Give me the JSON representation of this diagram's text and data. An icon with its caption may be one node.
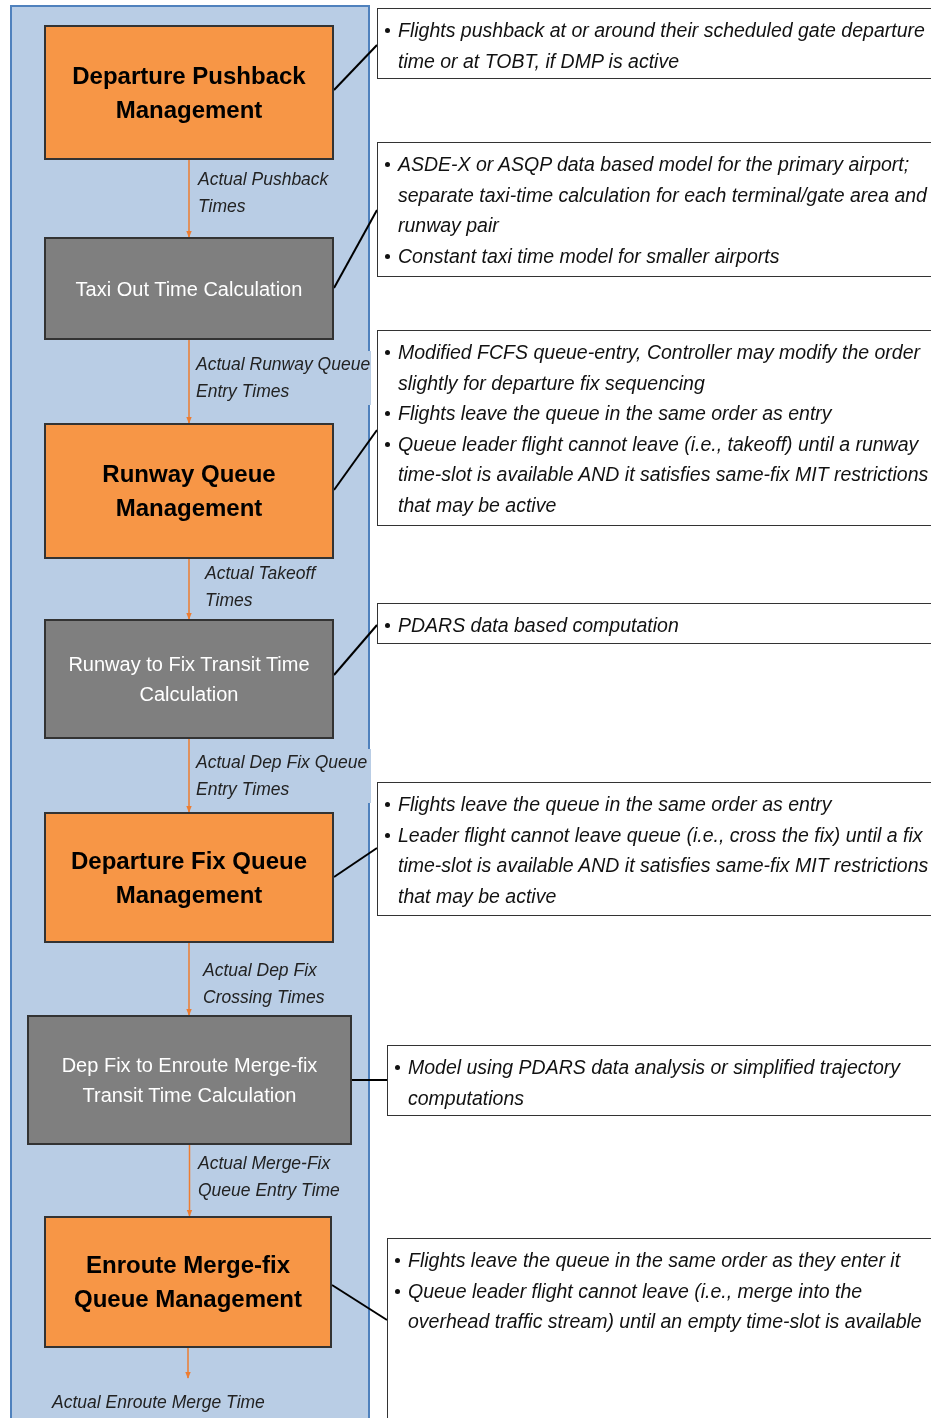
{
  "diagram": {
    "nodes": [
      {
        "text": [
          "Departure Pushback Management"
        ]
      },
      {
        "text": [
          "Taxi Out Time Calculation"
        ]
      },
      {
        "text": [
          "Runway Queue Management"
        ]
      },
      {
        "text": [
          "Runway to Fix Transit Time Calculation"
        ]
      },
      {
        "text": [
          "Departure Fix Queue Management"
        ]
      },
      {
        "text": [
          "Dep Fix to Enroute Merge-fix Transit Time Calculation"
        ]
      },
      {
        "text": [
          "Enroute Merge-fix Queue Management"
        ]
      },
      {
        "text": [
          "Flights pushback at or around their scheduled gate departure time or at TOBT, if DMP is active"
        ]
      },
      {
        "text": [
          "ASDE-X or ASQP data based model for the primary airport; separate taxi-time calculation for each terminal/gate area and runway pair",
          "Constant taxi time model for smaller airports"
        ]
      },
      {
        "text": [
          "Modified FCFS queue-entry, Controller may modify the order slightly for departure fix sequencing",
          "Flights leave the queue in the same order as entry",
          "Queue leader flight cannot leave (i.e., takeoff) until a runway time-slot is available AND it satisfies same-fix MIT restrictions that may be active"
        ]
      },
      {
        "text": [
          "PDARS data based computation"
        ]
      },
      {
        "text": [
          "Flights leave the queue in the same order as entry",
          "Leader flight cannot leave queue (i.e., cross the fix) until a fix time-slot is available AND it satisfies same-fix MIT restrictions that may be active"
        ]
      },
      {
        "text": [
          "Model using PDARS data analysis or simplified trajectory computations"
        ]
      },
      {
        "text": [
          "Flights leave the queue in the same order as they enter it",
          "Queue leader flight cannot leave (i.e., merge into the overhead traffic stream) until an empty time-slot is available"
        ]
      }
    ],
    "edges": [
      {
        "from": 0,
        "to": 1,
        "arrow": "to",
        "label": "Actual Pushback Times",
        "color": "#ed7d31"
      },
      {
        "from": 1,
        "to": 2,
        "arrow": "to",
        "label": "Actual Runway Queue Entry Times",
        "color": "#ed7d31"
      },
      {
        "from": 2,
        "to": 3,
        "arrow": "to",
        "label": "Actual Takeoff Times",
        "color": "#ed7d31"
      },
      {
        "from": 3,
        "to": 4,
        "arrow": "to",
        "label": "Actual Dep Fix Queue Entry Times",
        "color": "#ed7d31"
      },
      {
        "from": 4,
        "to": 5,
        "arrow": "to",
        "label": "Actual Dep Fix Crossing Times",
        "color": "#ed7d31"
      },
      {
        "from": 5,
        "to": 6,
        "arrow": "to",
        "label": "Actual Merge-Fix Queue Entry Time",
        "color": "#ed7d31"
      },
      {
        "from": 6,
        "to": null,
        "arrow": "to",
        "label": "Actual Enroute Merge Time",
        "color": "#ed7d31"
      },
      {
        "from": 0,
        "to": 7,
        "arrow": "none",
        "color": "#000000"
      },
      {
        "from": 1,
        "to": 8,
        "arrow": "none",
        "color": "#000000"
      },
      {
        "from": 2,
        "to": 9,
        "arrow": "none",
        "color": "#000000"
      },
      {
        "from": 3,
        "to": 10,
        "arrow": "none",
        "color": "#000000"
      },
      {
        "from": 4,
        "to": 11,
        "arrow": "none",
        "color": "#000000"
      },
      {
        "from": 5,
        "to": 12,
        "arrow": "none",
        "color": "#000000"
      },
      {
        "from": 6,
        "to": 13,
        "arrow": "none",
        "color": "#000000"
      }
    ]
  }
}
